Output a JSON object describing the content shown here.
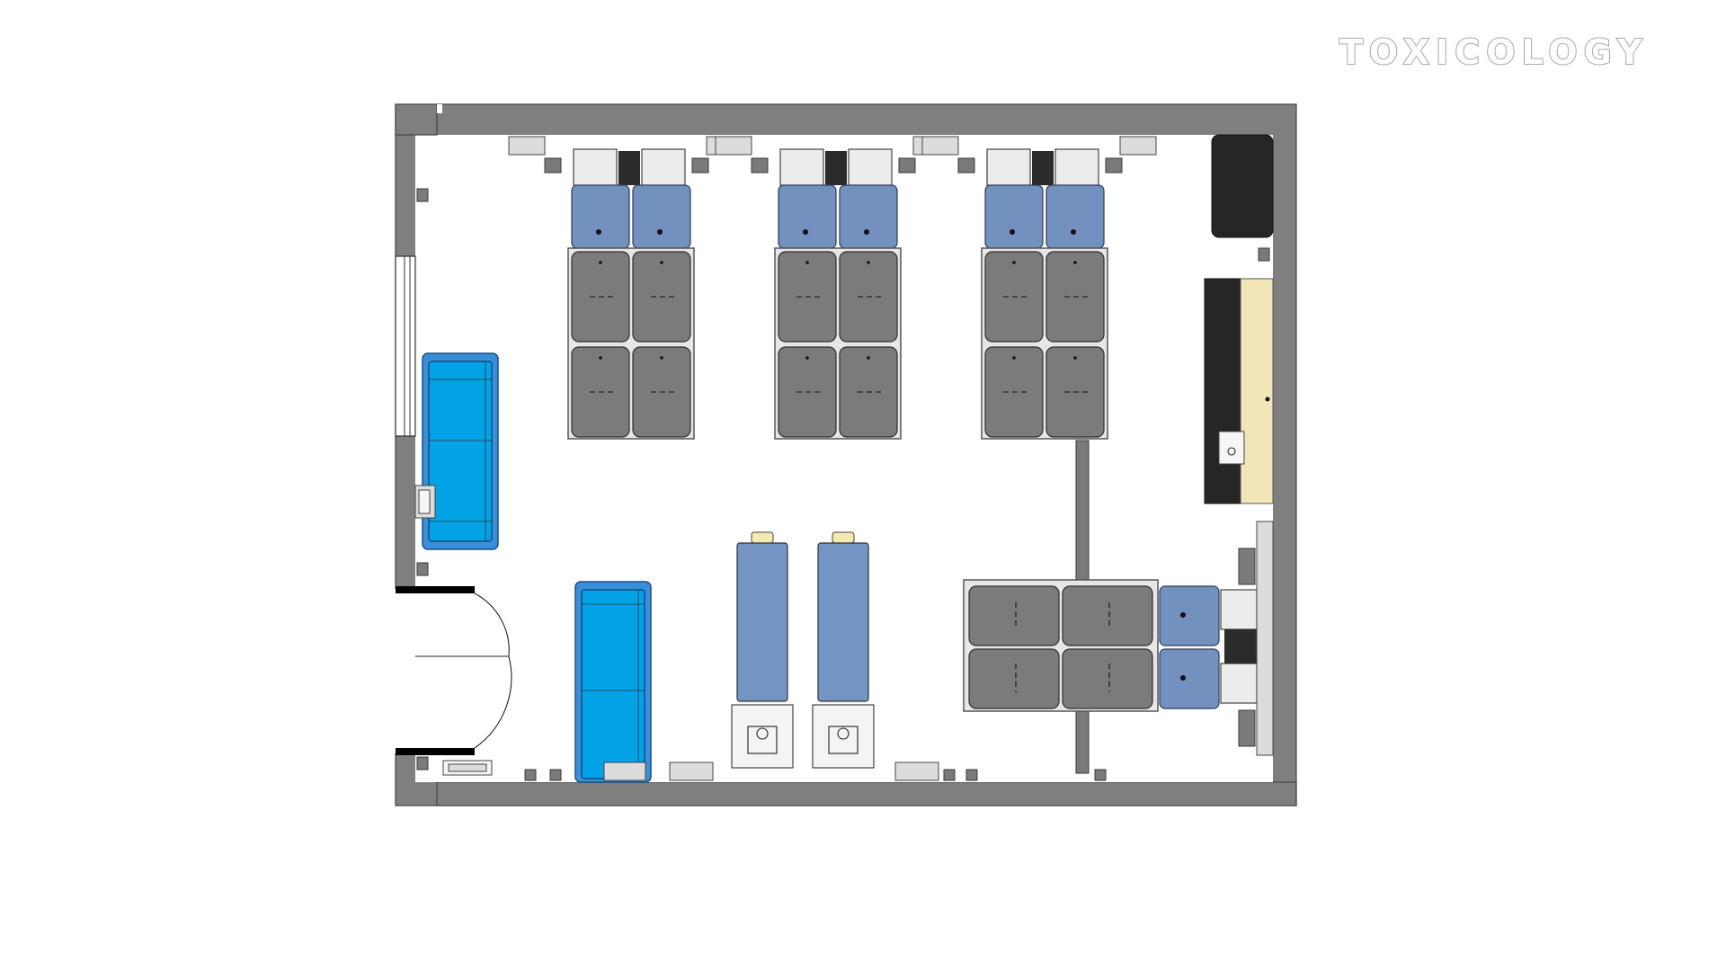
{
  "title": "TOXICOLOGY",
  "colors": {
    "wall": "#7f7f7f",
    "bench_top": "#7b7b7b",
    "upper_shelf": "#7391be",
    "fume_hood": "#02a2e6",
    "storage_cabinet": "#7494c4",
    "counter": "#f2e6b8"
  },
  "icons": [
    "door-swing",
    "window",
    "fume-hood",
    "lab-bench",
    "sink"
  ]
}
